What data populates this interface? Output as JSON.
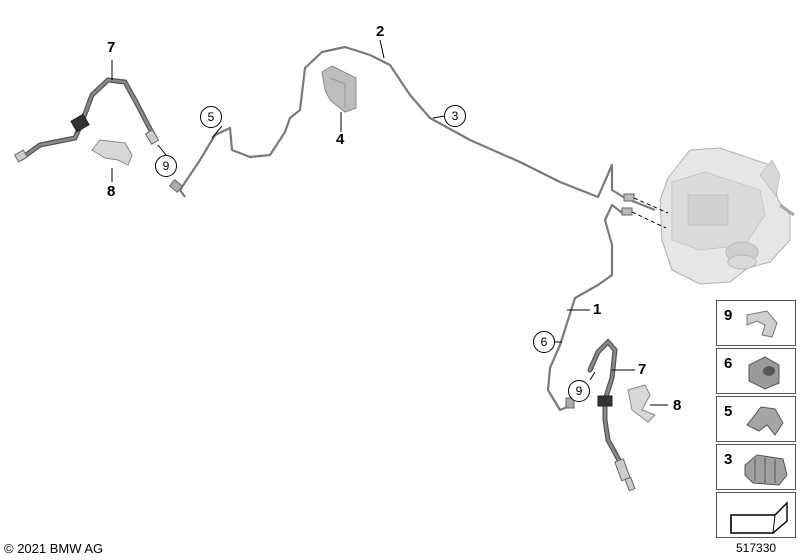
{
  "callouts": {
    "c1": "1",
    "c2": "2",
    "c3": "3",
    "c4": "4",
    "c5": "5",
    "c6": "6",
    "c7a": "7",
    "c7b": "7",
    "c8a": "8",
    "c8b": "8",
    "c9a": "9",
    "c9b": "9"
  },
  "legend": [
    "9",
    "6",
    "5",
    "3"
  ],
  "footer": {
    "copyright": "© 2021 BMW AG",
    "diagram_id": "517330"
  }
}
